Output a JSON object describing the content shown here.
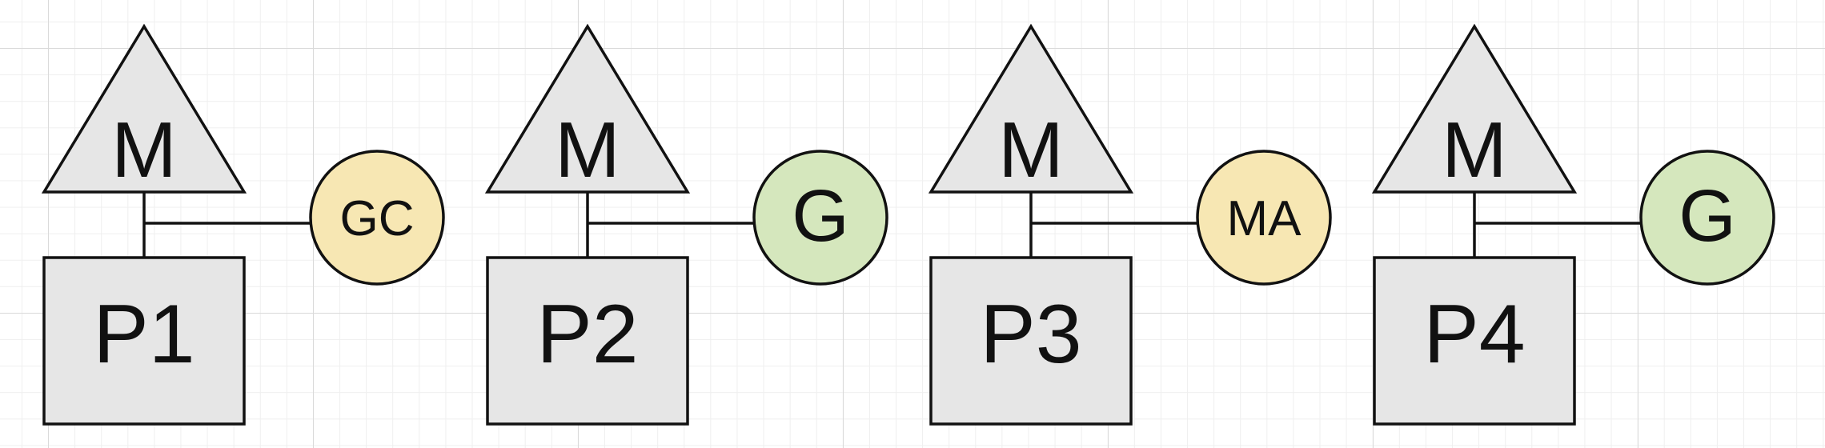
{
  "colors": {
    "shape_fill": "#e6e6e6",
    "stroke": "#111111",
    "yellow_goroutine": "#f7e7b3",
    "green_goroutine": "#d5e7bd"
  },
  "units": [
    {
      "machine": "M",
      "processor": "P1",
      "goroutine": "GC",
      "goroutine_color": "yellow"
    },
    {
      "machine": "M",
      "processor": "P2",
      "goroutine": "G",
      "goroutine_color": "green"
    },
    {
      "machine": "M",
      "processor": "P3",
      "goroutine": "MA",
      "goroutine_color": "yellow"
    },
    {
      "machine": "M",
      "processor": "P4",
      "goroutine": "G",
      "goroutine_color": "green"
    }
  ]
}
